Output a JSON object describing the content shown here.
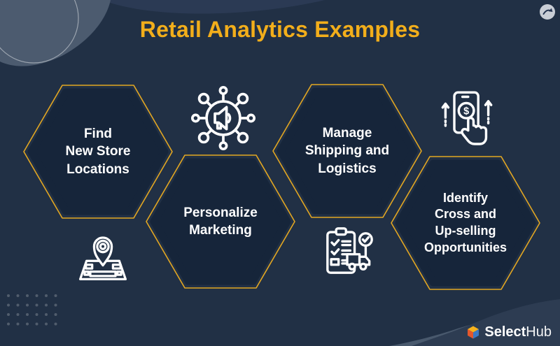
{
  "title": "Retail Analytics Examples",
  "hexagons": [
    {
      "label": "Find\nNew Store\nLocations"
    },
    {
      "label": "Personalize\nMarketing"
    },
    {
      "label": "Manage\nShipping and\nLogistics"
    },
    {
      "label": "Identify\nCross and\nUp-selling\nOpportunities"
    }
  ],
  "icons": [
    "marketing-network-megaphone-icon",
    "map-location-pin-icon",
    "shipping-checklist-truck-icon",
    "upsell-phone-dollar-icon",
    "share-arrow-icon"
  ],
  "brand": {
    "bold": "Select",
    "light": "Hub"
  },
  "colors": {
    "background": "#213045",
    "hex_fill": "#16253A",
    "accent_gold": "#E3A722",
    "title_gold": "#F2AE1B",
    "text": "#FFFFFF",
    "blob_light": "#4C5B6F",
    "swoosh_mid": "#2D3C52",
    "cube_top": "#F6B21D",
    "cube_left": "#E4572C",
    "cube_right": "#3B79C4"
  }
}
